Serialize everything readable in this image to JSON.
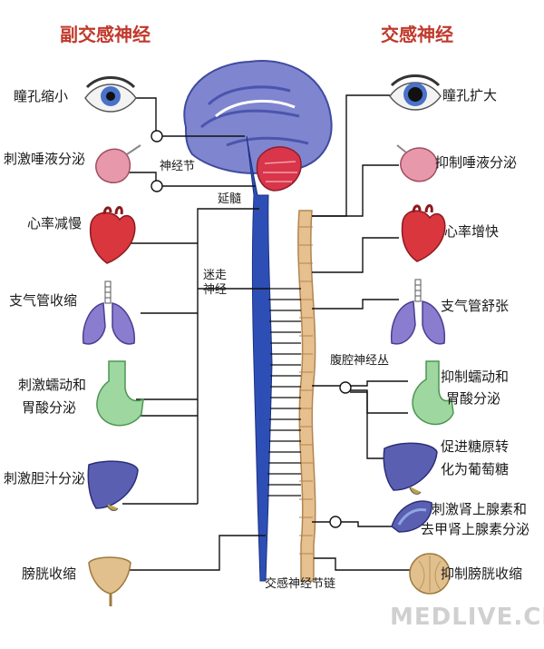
{
  "titles": {
    "parasympathetic": "副交感神经",
    "sympathetic": "交感神经"
  },
  "left_labels": {
    "pupil": "瞳孔缩小",
    "saliva": "刺激唾液分泌",
    "heart": "心率减慢",
    "bronchi": "支气管收缩",
    "stomach_1": "刺激蠕动和",
    "stomach_2": "胃酸分泌",
    "bile": "刺激胆汁分泌",
    "bladder": "膀胱收缩"
  },
  "right_labels": {
    "pupil": "瞳孔扩大",
    "saliva": "抑制唾液分泌",
    "heart": "心率增快",
    "bronchi": "支气管舒张",
    "stomach_1": "抑制蠕动和",
    "stomach_2": "胃酸分泌",
    "glycogen_1": "促进糖原转",
    "glycogen_2": "化为葡萄糖",
    "adrenal_1": "刺激肾上腺素和",
    "adrenal_2": "去甲肾上腺素分泌",
    "bladder": "抑制膀胱收缩"
  },
  "center_labels": {
    "ganglion": "神经节",
    "medulla": "延髓",
    "vagus_1": "迷走",
    "vagus_2": "神经",
    "celiac_plexus": "腹腔神经丛",
    "sympathetic_chain": "交感神经节链"
  },
  "watermark": "MEDLIVE.CN",
  "colors": {
    "title": "#c0392b",
    "nerve": "#2d4fb5",
    "chain": "#e7c08f",
    "brain": "#7f86cf",
    "cerebellum": "#d9354b",
    "heart": "#d9363e",
    "organ_pink": "#e898ab",
    "lung": "#8a7ccf",
    "stomach": "#9ed7a0",
    "liver": "#5a5fb2",
    "bladder": "#e2c08d",
    "eye_iris": "#4a72c9"
  }
}
